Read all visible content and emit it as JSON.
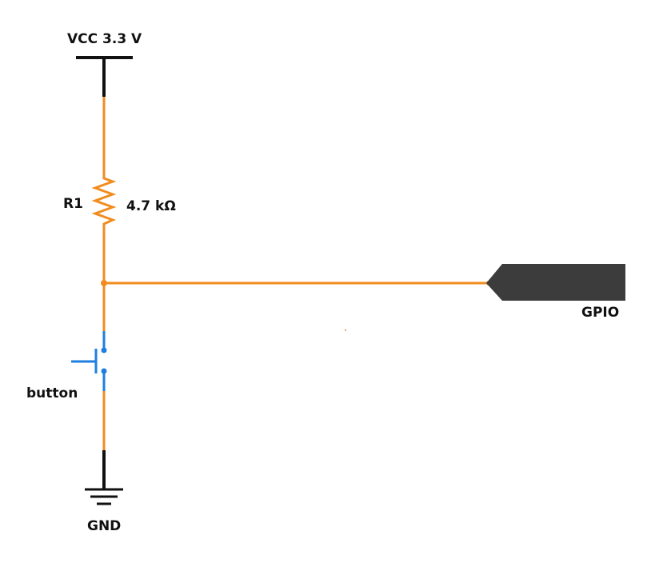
{
  "schematic": {
    "power": {
      "label": "VCC 3.3 V"
    },
    "resistor": {
      "designator": "R1",
      "value": "4.7 kΩ"
    },
    "switch": {
      "label": "button"
    },
    "ground": {
      "label": "GND"
    },
    "port": {
      "label": "GPIO"
    },
    "colors": {
      "wire": "#F28C1E",
      "switch": "#1E7FE0",
      "symbol": "#111111",
      "port_fill": "#3C3C3C",
      "text": "#111111"
    }
  }
}
